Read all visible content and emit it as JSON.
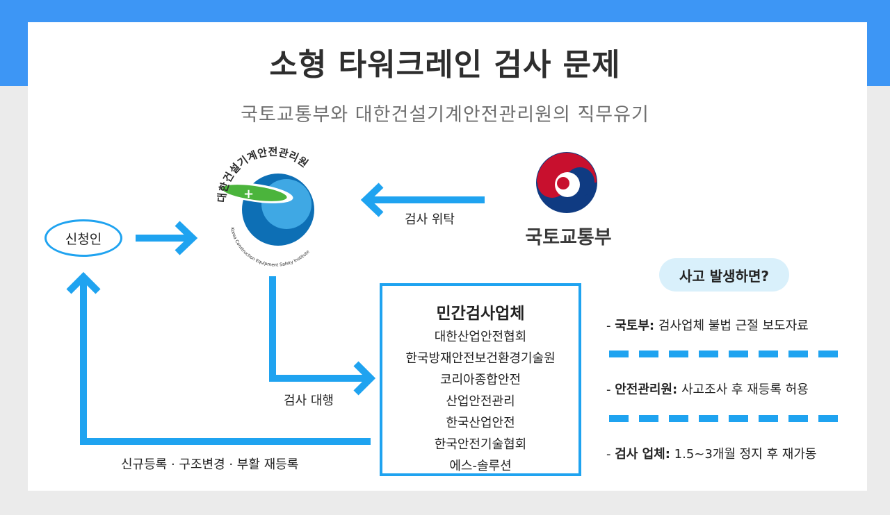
{
  "header": {
    "title": "소형 타워크레인 검사 문제",
    "subtitle": "국토교통부와 대한건설기계안전관리원의 직무유기"
  },
  "nodes": {
    "applicant": "신청인",
    "kcesi_logo_text": "대한건설기계안전관리원",
    "kcesi_logo_english": "Korea Construction Equipment Safety Institute",
    "ministry_name": "국토교통부"
  },
  "edges": {
    "entrust_label": "검사 위탁",
    "proxy_label": "검사 대행",
    "return_label": "신규등록 · 구조변경 · 부활 재등록"
  },
  "private_inspectors": {
    "heading": "민간검사업체",
    "items": [
      "대한산업안전협회",
      "한국방재안전보건환경기술원",
      "코리아종합안전",
      "산업안전관리",
      "한국산업안전",
      "한국안전기술협회",
      "에스-솔루션"
    ]
  },
  "incident": {
    "pill": "사고 발생하면?",
    "notes": [
      {
        "who": "국토부:",
        "what": "검사업체 불법 근절 보도자료"
      },
      {
        "who": "안전관리원:",
        "what": "사고조사 후 재등록 허용"
      },
      {
        "who": "검사 업체:",
        "what": "1.5~3개월 정지 후 재가동"
      }
    ]
  },
  "colors": {
    "accent": "#1fa3f0",
    "band": "#3d96f5",
    "logo_green": "#4bb43c",
    "logo_blue": "#0d6fb5",
    "taegeuk_red": "#c8102e",
    "taegeuk_blue": "#0f3b82"
  }
}
